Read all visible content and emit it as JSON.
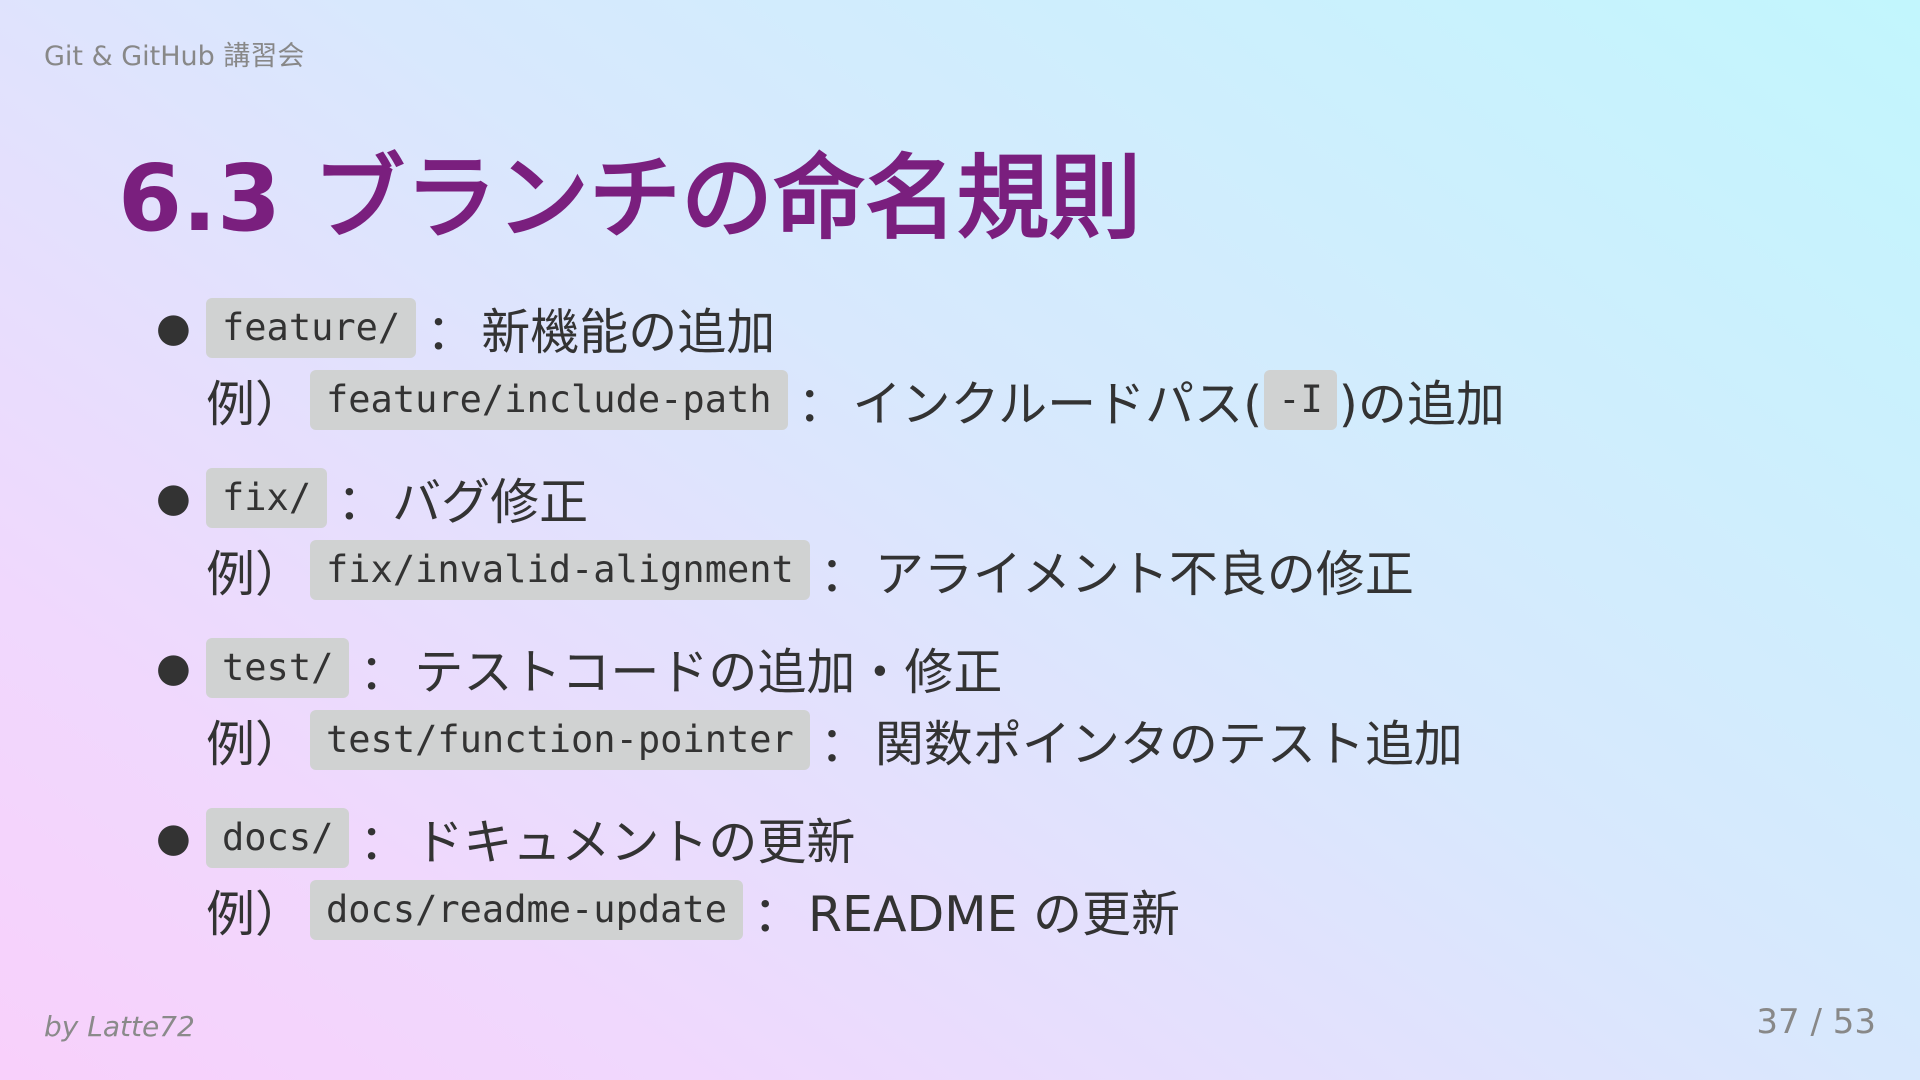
{
  "header": {
    "text": "Git & GitHub 講習会"
  },
  "title": "6.3 ブランチの命名規則",
  "items": [
    {
      "code": "feature/",
      "separator": "：",
      "description": "新機能の追加",
      "example_prefix": "例）",
      "example_code": "feature/include-path",
      "example_separator": "：",
      "example_desc_before": "インクルードパス(",
      "example_inline_code": "-I",
      "example_desc_after": ")の追加"
    },
    {
      "code": "fix/",
      "separator": "：",
      "description": "バグ修正",
      "example_prefix": "例）",
      "example_code": "fix/invalid-alignment",
      "example_separator": "：",
      "example_desc": "アライメント不良の修正"
    },
    {
      "code": "test/",
      "separator": "：",
      "description": "テストコードの追加・修正",
      "example_prefix": "例）",
      "example_code": "test/function-pointer",
      "example_separator": "：",
      "example_desc": "関数ポインタのテスト追加"
    },
    {
      "code": "docs/",
      "separator": "：",
      "description": "ドキュメントの更新",
      "example_prefix": "例）",
      "example_code": "docs/readme-update",
      "example_separator": "：",
      "example_desc": "README の更新"
    }
  ],
  "footer": {
    "author": "by Latte72",
    "page": "37 / 53"
  },
  "colors": {
    "title": "#7a1f7e",
    "code_background": "#d0d2d2",
    "text": "#333333",
    "muted": "#888888"
  }
}
